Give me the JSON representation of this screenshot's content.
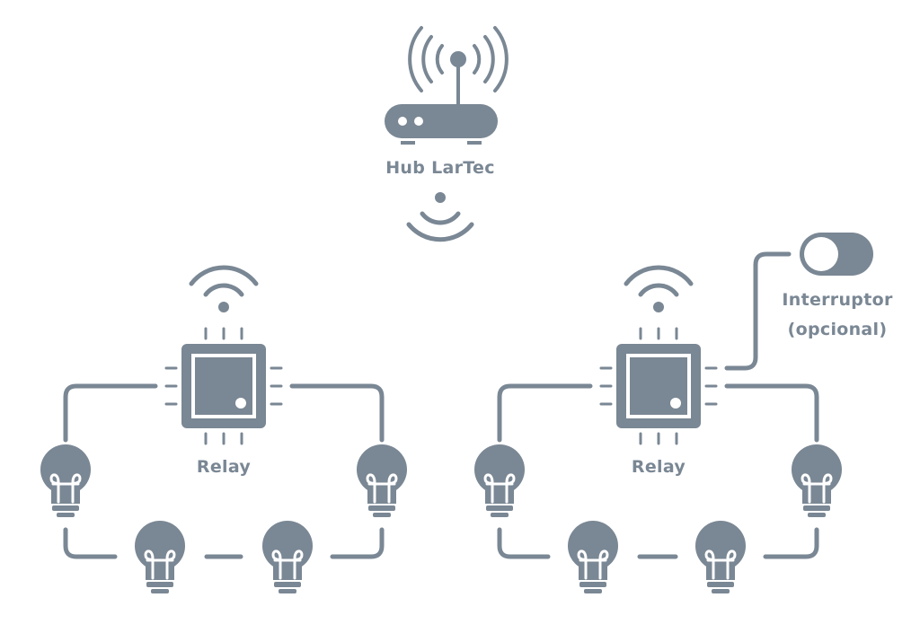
{
  "colors": {
    "icon": "#7a8794",
    "chip_inner": "#ffffff",
    "background": "#ffffff"
  },
  "hub": {
    "label": "Hub LarTec",
    "icon": "router-icon"
  },
  "relays": [
    {
      "label": "Relay",
      "icon": "relay-chip-icon",
      "bulbs": 4
    },
    {
      "label": "Relay",
      "icon": "relay-chip-icon",
      "bulbs": 4
    }
  ],
  "switch": {
    "label_line1": "Interruptor",
    "label_line2": "(opcional)",
    "icon": "toggle-switch-icon"
  }
}
